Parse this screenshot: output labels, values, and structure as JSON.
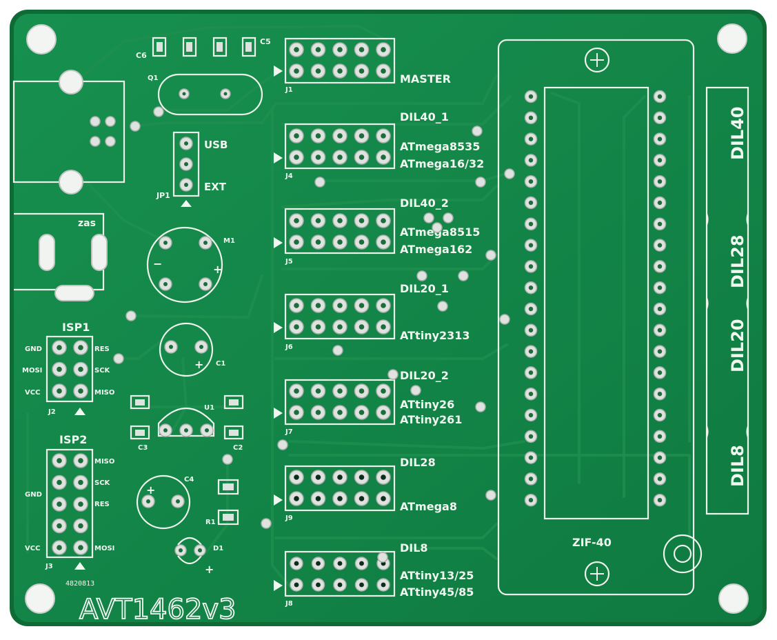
{
  "board": {
    "id_label": "AVT1462v3",
    "serial": "4820813",
    "colors": {
      "substrate": "#13854a",
      "silkscreen": "#f2f6f0",
      "pad": "#dfe3df",
      "mask_edge": "#0f6a36"
    }
  },
  "labels": {
    "c6": "C6",
    "c5": "C5",
    "q1": "Q1",
    "j1": "J1",
    "master": "MASTER",
    "usb": "USB",
    "ext": "EXT",
    "jp1": "JP1",
    "zas": "zas",
    "m1": "M1",
    "isp1": "ISP1",
    "isp2": "ISP2",
    "j2": "J2",
    "j3": "J3",
    "isp1_pins_left": [
      "GND",
      "MOSI",
      "VCC"
    ],
    "isp1_pins_right": [
      "RES",
      "SCK",
      "MISO"
    ],
    "isp2_pins_left": [
      "GND",
      "VCC"
    ],
    "isp2_pins_right": [
      "MISO",
      "SCK",
      "RES",
      "MOSI"
    ],
    "c1": "C1",
    "u1": "U1",
    "c2": "C2",
    "c3": "C3",
    "c4": "C4",
    "r1": "R1",
    "d1": "D1",
    "plus": "+",
    "minus": "−",
    "j4": "J4",
    "j5": "J5",
    "j6": "J6",
    "j7": "J7",
    "j9": "J9",
    "j8": "J8",
    "dil40_1": "DIL40_1",
    "atmega8535": "ATmega8535",
    "atmega16_32": "ATmega16/32",
    "dil40_2": "DIL40_2",
    "atmega8515": "ATmega8515",
    "atmega162": "ATmega162",
    "dil20_1": "DIL20_1",
    "attiny2313": "ATtiny2313",
    "dil20_2": "DIL20_2",
    "attiny26": "ATtiny26",
    "attiny261": "ATtiny261",
    "dil28": "DIL28",
    "atmega8": "ATmega8",
    "dil8": "DIL8",
    "attiny13_25": "ATtiny13/25",
    "attiny45_85": "ATtiny45/85",
    "zif40": "ZIF-40",
    "side_dil40": "DIL40",
    "side_dil28": "DIL28",
    "side_dil20": "DIL20",
    "side_dil8": "DIL8"
  }
}
